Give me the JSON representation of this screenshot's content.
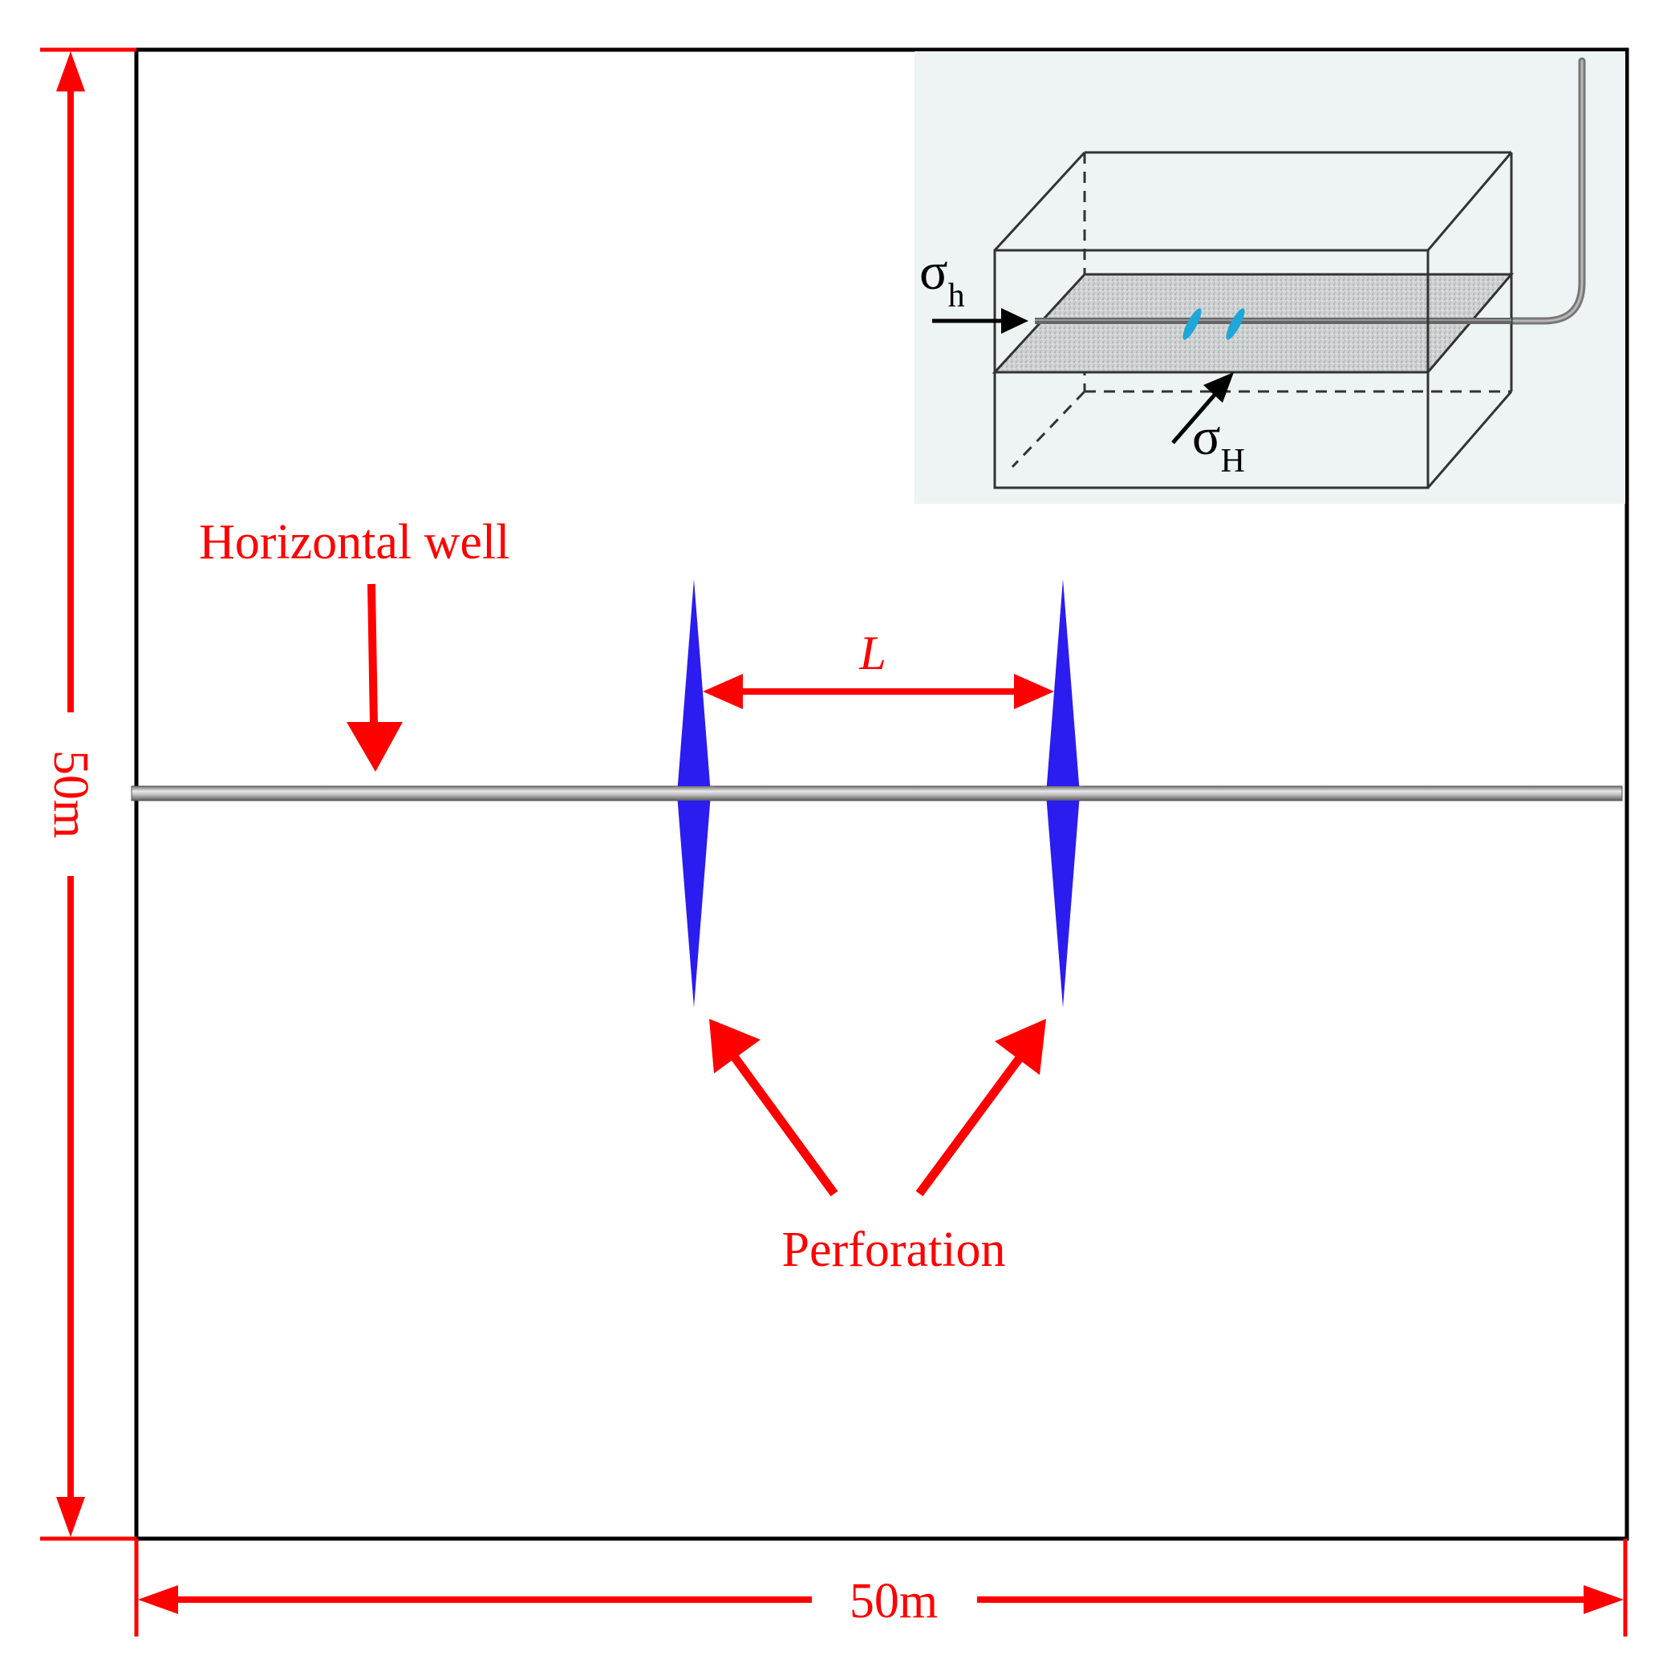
{
  "labels": {
    "horizontal_well": "Horizontal well",
    "spacing": "L",
    "perforation": "Perforation",
    "height_dim": "50m",
    "width_dim": "50m"
  },
  "inset": {
    "sigma_h_symbol": "σ",
    "sigma_h_subscript": "h",
    "sigma_H_symbol": "σ",
    "sigma_H_subscript": "H"
  },
  "colors": {
    "annotation": "#ff0000",
    "perforation_fill": "#2b1cf0",
    "frame": "#000000",
    "inset_background": "#eef3f3",
    "fracture_marks": "#1ea7d8"
  }
}
